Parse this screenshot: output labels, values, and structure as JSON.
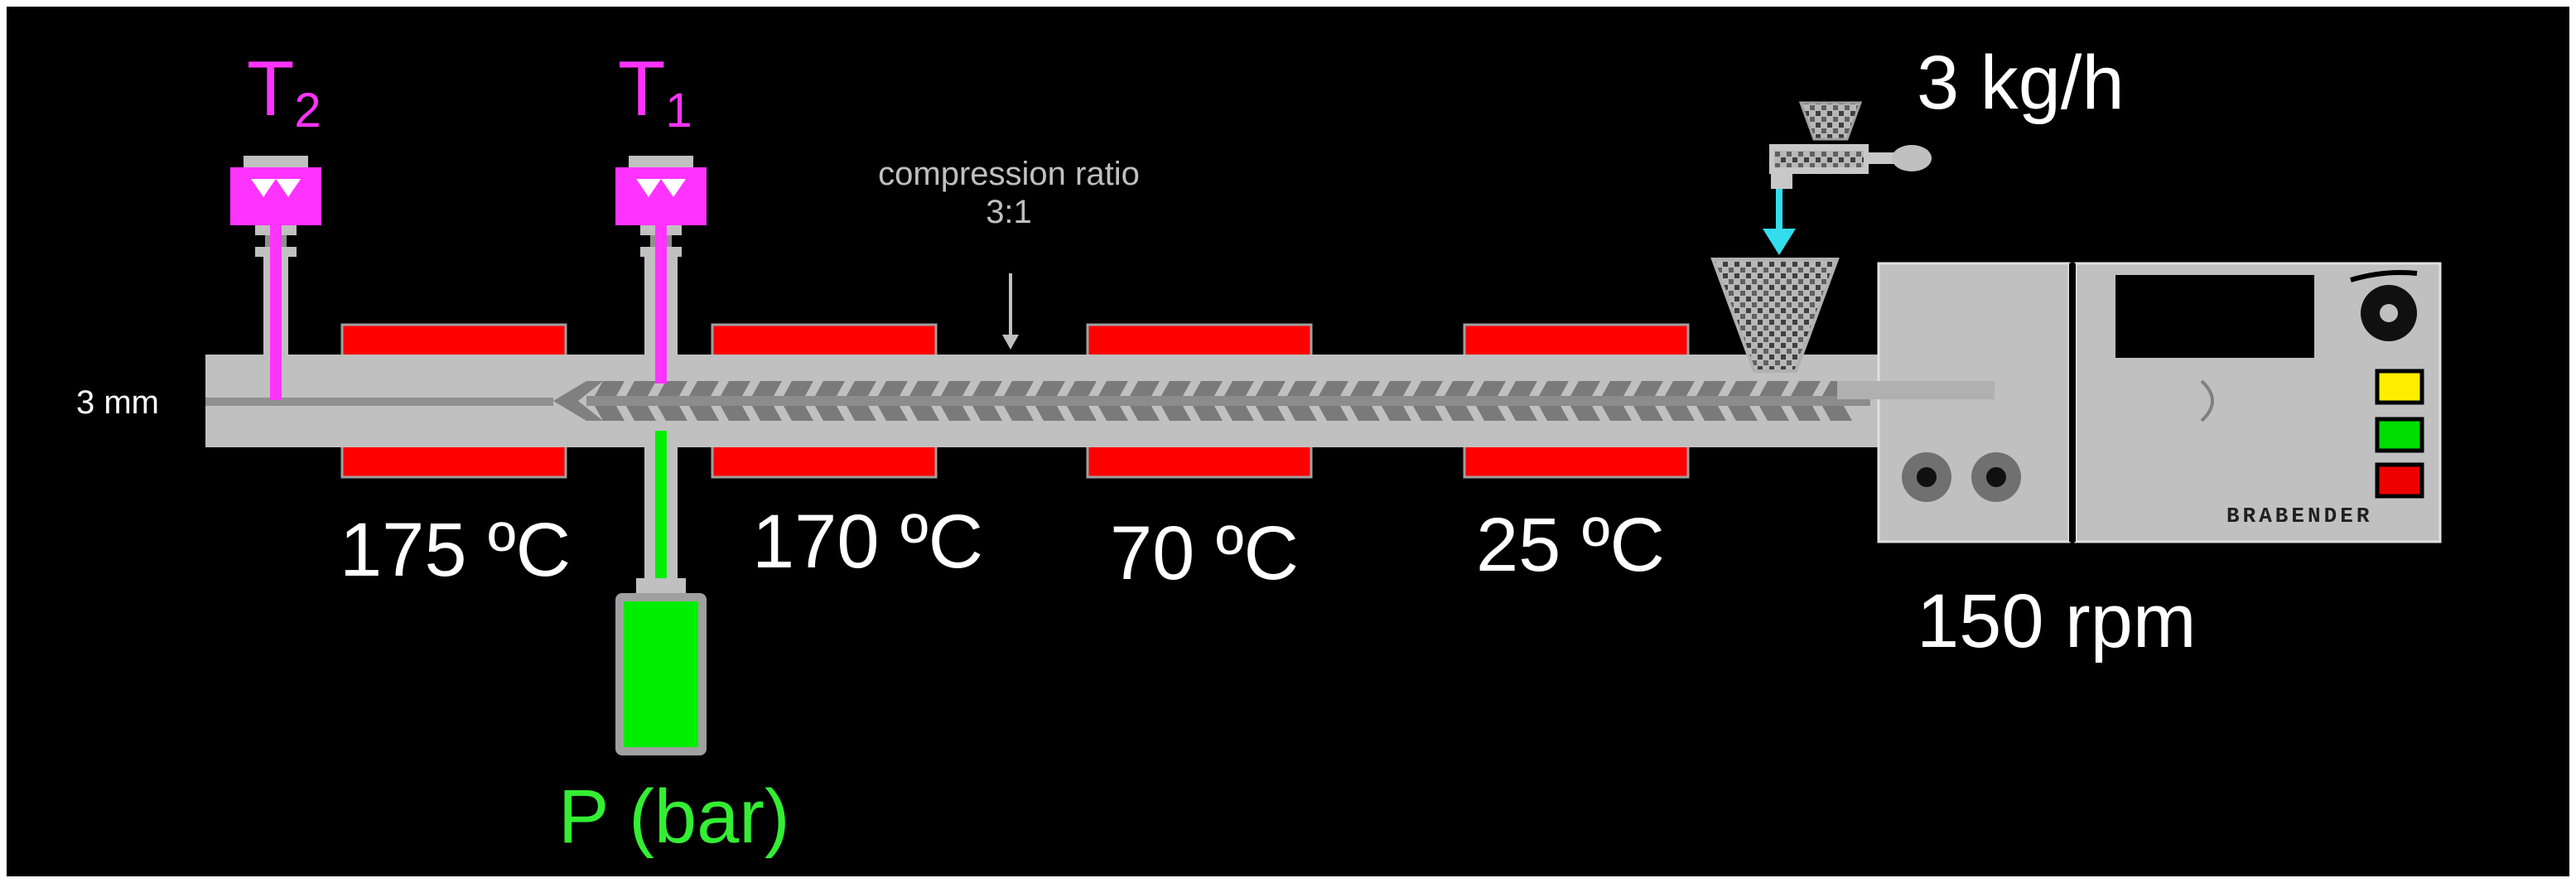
{
  "labels": {
    "die_diameter": "3 mm",
    "zone1_temp": "175 ºC",
    "zone2_temp": "170 ºC",
    "zone3_temp": "70 ºC",
    "zone4_temp": "25 ºC",
    "feed_rate": "3 kg/h",
    "screw_speed": "150 rpm",
    "pressure": "P (bar)",
    "compression_line1": "compression ratio",
    "compression_line2": "3:1",
    "t2_letter": "T",
    "t2_sub": "2",
    "t1_letter": "T",
    "t1_sub": "1",
    "brand": "BRABENDER"
  },
  "colors": {
    "background": "#000000",
    "barrel": "#c0c0c0",
    "screw": "#808080",
    "heater": "#ff0000",
    "thermocouple": "#ff33ff",
    "pressure_sensor": "#00ee00",
    "feed_arrow": "#33ddee",
    "indicator_yellow": "#ffee00",
    "indicator_green": "#00dd00",
    "indicator_red": "#ee0000"
  }
}
